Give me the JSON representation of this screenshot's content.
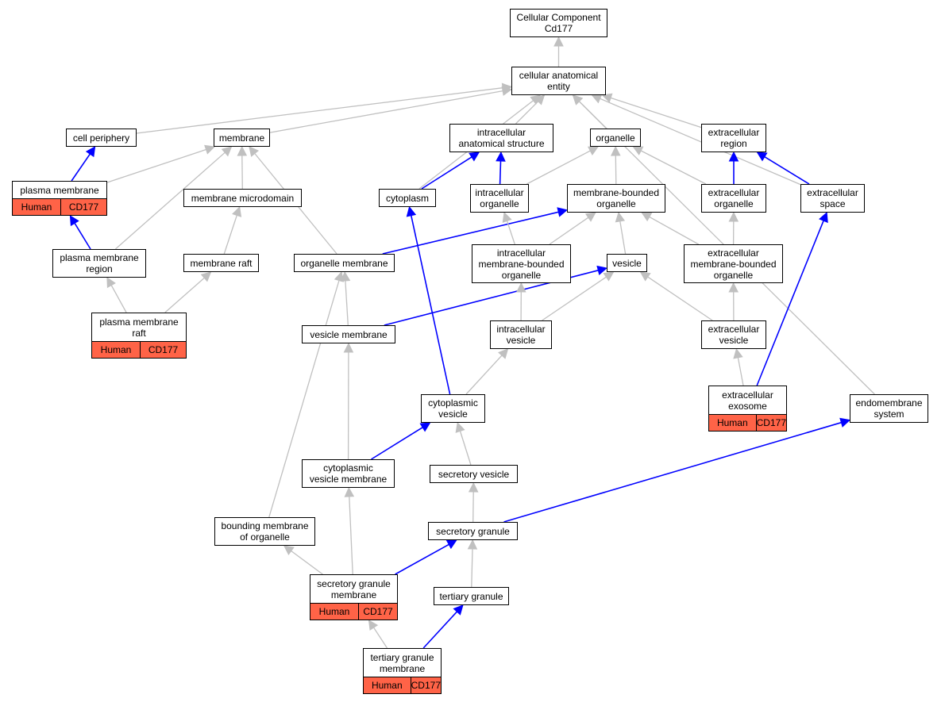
{
  "colors": {
    "is_a_edge": "#c0c0c0",
    "part_of_edge": "#0000ff",
    "annotation_cell": "#ff6347",
    "node_border": "#000000"
  },
  "nodes": {
    "root": {
      "label": "Cellular Component\nCd177"
    },
    "cae": {
      "label": "cellular anatomical\nentity"
    },
    "cell_periphery": {
      "label": "cell periphery"
    },
    "membrane": {
      "label": "membrane"
    },
    "ias": {
      "label": "intracellular\nanatomical structure"
    },
    "organelle": {
      "label": "organelle"
    },
    "ecr": {
      "label": "extracellular\nregion"
    },
    "pm": {
      "label": "plasma membrane",
      "species": "Human",
      "gene": "CD177"
    },
    "mm": {
      "label": "membrane microdomain"
    },
    "cytoplasm": {
      "label": "cytoplasm"
    },
    "io": {
      "label": "intracellular\norganelle"
    },
    "mbo": {
      "label": "membrane-bounded\norganelle"
    },
    "eco": {
      "label": "extracellular\norganelle"
    },
    "ecs": {
      "label": "extracellular\nspace"
    },
    "pmr": {
      "label": "plasma membrane\nregion"
    },
    "mr": {
      "label": "membrane raft"
    },
    "om": {
      "label": "organelle membrane"
    },
    "imbo": {
      "label": "intracellular\nmembrane-bounded\norganelle"
    },
    "vesicle": {
      "label": "vesicle"
    },
    "embo": {
      "label": "extracellular\nmembrane-bounded\norganelle"
    },
    "pmraft": {
      "label": "plasma membrane\nraft",
      "species": "Human",
      "gene": "CD177"
    },
    "vm": {
      "label": "vesicle membrane"
    },
    "iv": {
      "label": "intracellular\nvesicle"
    },
    "ev": {
      "label": "extracellular\nvesicle"
    },
    "exo": {
      "label": "extracellular\nexosome",
      "species": "Human",
      "gene": "CD177"
    },
    "cv": {
      "label": "cytoplasmic\nvesicle"
    },
    "es": {
      "label": "endomembrane\nsystem"
    },
    "cvm": {
      "label": "cytoplasmic\nvesicle membrane"
    },
    "sv": {
      "label": "secretory vesicle"
    },
    "bmo": {
      "label": "bounding membrane\nof organelle"
    },
    "sg": {
      "label": "secretory granule"
    },
    "sgm": {
      "label": "secretory granule\nmembrane",
      "species": "Human",
      "gene": "CD177"
    },
    "tg": {
      "label": "tertiary granule"
    },
    "tgm": {
      "label": "tertiary granule\nmembrane",
      "species": "Human",
      "gene": "CD177"
    }
  },
  "edges": [
    {
      "from": "cae",
      "to": "root",
      "type": "is_a"
    },
    {
      "from": "cell_periphery",
      "to": "cae",
      "type": "is_a"
    },
    {
      "from": "membrane",
      "to": "cae",
      "type": "is_a"
    },
    {
      "from": "ias",
      "to": "cae",
      "type": "is_a"
    },
    {
      "from": "organelle",
      "to": "cae",
      "type": "is_a"
    },
    {
      "from": "ecr",
      "to": "cae",
      "type": "is_a"
    },
    {
      "from": "cytoplasm",
      "to": "cae",
      "type": "is_a"
    },
    {
      "from": "ecs",
      "to": "cae",
      "type": "is_a"
    },
    {
      "from": "es",
      "to": "cae",
      "type": "is_a"
    },
    {
      "from": "pm",
      "to": "cell_periphery",
      "type": "part_of"
    },
    {
      "from": "pm",
      "to": "membrane",
      "type": "is_a"
    },
    {
      "from": "mm",
      "to": "membrane",
      "type": "is_a"
    },
    {
      "from": "pmr",
      "to": "membrane",
      "type": "is_a"
    },
    {
      "from": "om",
      "to": "membrane",
      "type": "is_a"
    },
    {
      "from": "cytoplasm",
      "to": "ias",
      "type": "part_of"
    },
    {
      "from": "io",
      "to": "ias",
      "type": "part_of"
    },
    {
      "from": "io",
      "to": "organelle",
      "type": "is_a"
    },
    {
      "from": "mbo",
      "to": "organelle",
      "type": "is_a"
    },
    {
      "from": "eco",
      "to": "organelle",
      "type": "is_a"
    },
    {
      "from": "eco",
      "to": "ecr",
      "type": "part_of"
    },
    {
      "from": "ecs",
      "to": "ecr",
      "type": "part_of"
    },
    {
      "from": "pmr",
      "to": "pm",
      "type": "part_of"
    },
    {
      "from": "mr",
      "to": "mm",
      "type": "is_a"
    },
    {
      "from": "om",
      "to": "mbo",
      "type": "part_of"
    },
    {
      "from": "imbo",
      "to": "io",
      "type": "is_a"
    },
    {
      "from": "imbo",
      "to": "mbo",
      "type": "is_a"
    },
    {
      "from": "vesicle",
      "to": "mbo",
      "type": "is_a"
    },
    {
      "from": "embo",
      "to": "mbo",
      "type": "is_a"
    },
    {
      "from": "embo",
      "to": "eco",
      "type": "is_a"
    },
    {
      "from": "pmraft",
      "to": "pmr",
      "type": "is_a"
    },
    {
      "from": "pmraft",
      "to": "mr",
      "type": "is_a"
    },
    {
      "from": "vm",
      "to": "om",
      "type": "is_a"
    },
    {
      "from": "vm",
      "to": "vesicle",
      "type": "part_of"
    },
    {
      "from": "iv",
      "to": "imbo",
      "type": "is_a"
    },
    {
      "from": "iv",
      "to": "vesicle",
      "type": "is_a"
    },
    {
      "from": "ev",
      "to": "vesicle",
      "type": "is_a"
    },
    {
      "from": "ev",
      "to": "embo",
      "type": "is_a"
    },
    {
      "from": "exo",
      "to": "ev",
      "type": "is_a"
    },
    {
      "from": "exo",
      "to": "ecs",
      "type": "part_of"
    },
    {
      "from": "cv",
      "to": "cytoplasm",
      "type": "part_of"
    },
    {
      "from": "cv",
      "to": "iv",
      "type": "is_a"
    },
    {
      "from": "cvm",
      "to": "vm",
      "type": "is_a"
    },
    {
      "from": "cvm",
      "to": "cv",
      "type": "part_of"
    },
    {
      "from": "sv",
      "to": "cv",
      "type": "is_a"
    },
    {
      "from": "bmo",
      "to": "om",
      "type": "is_a"
    },
    {
      "from": "sg",
      "to": "sv",
      "type": "is_a"
    },
    {
      "from": "sg",
      "to": "es",
      "type": "part_of"
    },
    {
      "from": "sgm",
      "to": "cvm",
      "type": "is_a"
    },
    {
      "from": "sgm",
      "to": "bmo",
      "type": "is_a"
    },
    {
      "from": "sgm",
      "to": "sg",
      "type": "part_of"
    },
    {
      "from": "tg",
      "to": "sg",
      "type": "is_a"
    },
    {
      "from": "tgm",
      "to": "sgm",
      "type": "is_a"
    },
    {
      "from": "tgm",
      "to": "tg",
      "type": "part_of"
    }
  ]
}
